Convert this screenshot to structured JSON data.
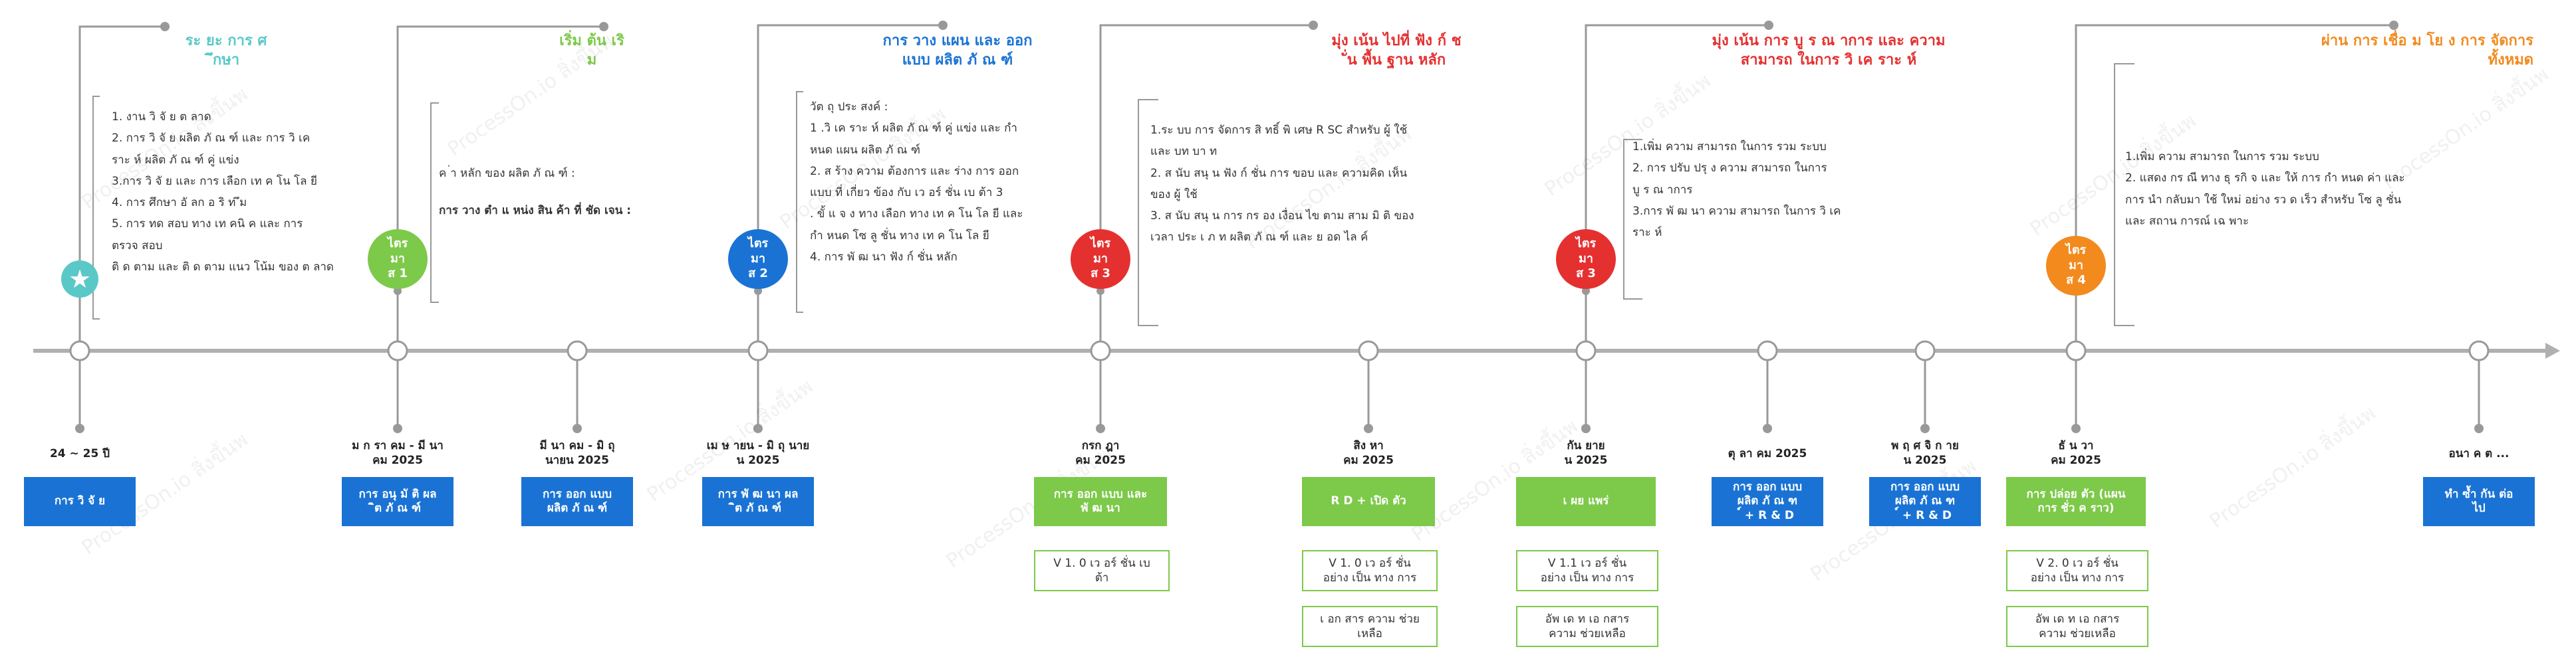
{
  "colors": {
    "teal": "#5bc8c8",
    "green": "#7dc94a",
    "blue": "#1a73d4",
    "red": "#e53030",
    "orange": "#f28a1e",
    "line": "#b0b0b0"
  },
  "watermark": "ProcessOn.io สิ่งขึ้นพ",
  "phases": [
    {
      "title": "ระ ยะ การ ศ\nึกษา",
      "circle": "",
      "lines": [
        "1. งาน วิ จั ย ต ลาด",
        "2. การ วิ จั ย ผลิต ภั ณ ฑ์ และ การ วิ เค",
        "ราะ ห์ ผลิต ภั ณ ฑ์ คู่ แข่ง",
        "3.การ วิ จั ย และ การ เลือก เท ค โน โล ยี",
        "4. การ ศึกษา อั ลก อ ริ ท ึม",
        "5. การ ทด สอบ ทาง เท คนิ ค และ การ",
        "ตรวจ สอบ",
        "ติ ด ตาม และ ติ ด ตาม แนว โน้ม ของ ต ลาด"
      ]
    },
    {
      "title": "เริ่ม ต้น  เริ\nม",
      "circle": "ไตร\nมา\nส 1",
      "lines": [
        "ค ่า หลัก ของ ผลิต ภั ณ ฑ์ :",
        "",
        "การ วาง ตำ แ หน่ง สิน ค้า ที่ ชัด เจน :"
      ]
    },
    {
      "title": "การ วาง แผน และ ออก\nแบบ ผลิต ภั ณ ฑ์",
      "circle": "ไตร\nมา\nส 2",
      "lines": [
        "วัต ถุ ประ สงค์ :",
        "1 .วิ เค ราะ ห์ ผลิต ภั ณ ฑ์ คู่ แข่ง และ กำ",
        "หนด แผน ผลิต ภั ณ ฑ์",
        "2. ส ร้าง ความ ต้องการ และ ร่าง การ ออก",
        "แบบ ที่ เกี่ยว ข้อง กับ เว อร์ ชั่น เบ ต้า 3",
        ". ขั้ แ จ ง ทาง เลือก ทาง เท ค โน โล ยี และ",
        "กำ หนด โซ ลู ชั่น ทาง เท ค โน โล ยี",
        "4. การ พั ฒ นา ฟัง ก์ ชั่น หลัก"
      ]
    },
    {
      "title": "มุ่ง เน้น ไปที่ ฟัง ก์ ช\nั่น พื้น ฐาน หลัก",
      "circle": "ไตร\nมา\nส 3",
      "lines": [
        "1.ระ บบ การ จัดการ สิ ทธิ์ พิ เศษ  R SC  สำหรับ ผู้ ใช้",
        "และ บท บา ท",
        "2. ส นับ สนุ น ฟัง ก์ ชั่น การ ขอบ และ ความคิด เห็น",
        "ของ ผู้ ใช้",
        "3. ส นับ สนุ น การ กร อง เงื่อน ไข ตาม สาม มิ ติ ของ",
        "เวลา ประ เ ภ ท ผลิต ภั ณ ฑ์ และ ย อด ไล ค์"
      ]
    },
    {
      "title": "มุ่ง เน้น การ บู ร ณ าการ และ ความ\nสามารถ ในการ วิ เค ราะ ห์",
      "circle": "ไตร\nมา\nส 3",
      "lines": [
        "1.เพิ่ม ความ สามารถ ในการ รวม ระบบ",
        "2. การ ปรับ ปรุ ง ความ สามารถ ในการ",
        "บู ร ณ าการ",
        "3.การ พั ฒ นา ความ สามารถ ในการ วิ เค",
        "ราะ ห์"
      ]
    },
    {
      "title": "ผ่าน การ เชื่อ ม โย ง การ จัดการ\nทั้งหมด",
      "circle": "ไตร\nมา\nส 4",
      "lines": [
        "1.เพิ่ม ความ สามารถ ในการ รวม ระบบ",
        "2. แสดง กร ณี ทาง ธุ รกิ จ และ ให้ การ กำ หนด ค่า และ",
        "การ นำ กลับมา ใช้ ใหม่ อย่าง รว ด เร็ว สำหรับ โซ ลู ชั่น",
        "และ สถาน การณ์ เฉ พาะ"
      ]
    }
  ],
  "milestones": [
    {
      "date": "24 ~ 25 ปี",
      "box": "การ วิ จั ย"
    },
    {
      "date": "ม ก รา คม - มี นา\nคม 2025",
      "box": "การ อนุ มั ติ ผล\nิต ภั ณ ฑ์"
    },
    {
      "date": "มี นา คม - มิ ถุ\nนายน 2025",
      "box": "การ ออก แบบ\nผลิต ภั ณ ฑ์"
    },
    {
      "date": "เม ษ ายน - มิ ถุ นาย\nน 2025",
      "box": "การ พั ฒ นา ผล\nิต ภั ณ ฑ์"
    },
    {
      "date": "กรก ฎา\nคม 2025",
      "box": "การ ออก แบบ และ\nพั ฒ นา",
      "extra": [
        "V 1. 0 เว อร์ ชั่น เบ\nต้า"
      ]
    },
    {
      "date": "สิง หา\nคม 2025",
      "box": "R D + เปิด ตัว",
      "extra": [
        "V 1. 0 เว อร์ ชั่น\nอย่าง เป็น ทาง การ",
        "เ อก สาร ความ ช่วย\nเหลือ"
      ]
    },
    {
      "date": "กัน ยาย\nน 2025",
      "box": "เ ผย แพร่",
      "extra": [
        "V 1.1 เว อร์ ชั่น\nอย่าง เป็น ทาง การ",
        "อัพ เด ท เอ กสาร\nความ ช่วยเหลือ"
      ]
    },
    {
      "date": "ตุ ลา คม 2025",
      "box": "การ ออก แบบ\nผลิต ภั ณ ฑ\n์ + R & D"
    },
    {
      "date": "พ ฤ ศ จิ ก าย\nน 2025",
      "box": "การ ออก แบบ\nผลิต ภั ณ ฑ\n์ + R & D"
    },
    {
      "date": "ธั น วา\nคม 2025",
      "box": "การ ปล่อย ตัว (แผน\nการ ชั่ว ค ราว)",
      "extra": [
        "V 2. 0 เว อร์ ชั่น\nอย่าง เป็น ทาง การ",
        "อัพ เด ท เอ กสาร\nความ ช่วยเหลือ"
      ]
    },
    {
      "date": "อนา ค ต ...",
      "box": "ทำ ซ้ำ กัน ต่อ\nไป"
    }
  ]
}
